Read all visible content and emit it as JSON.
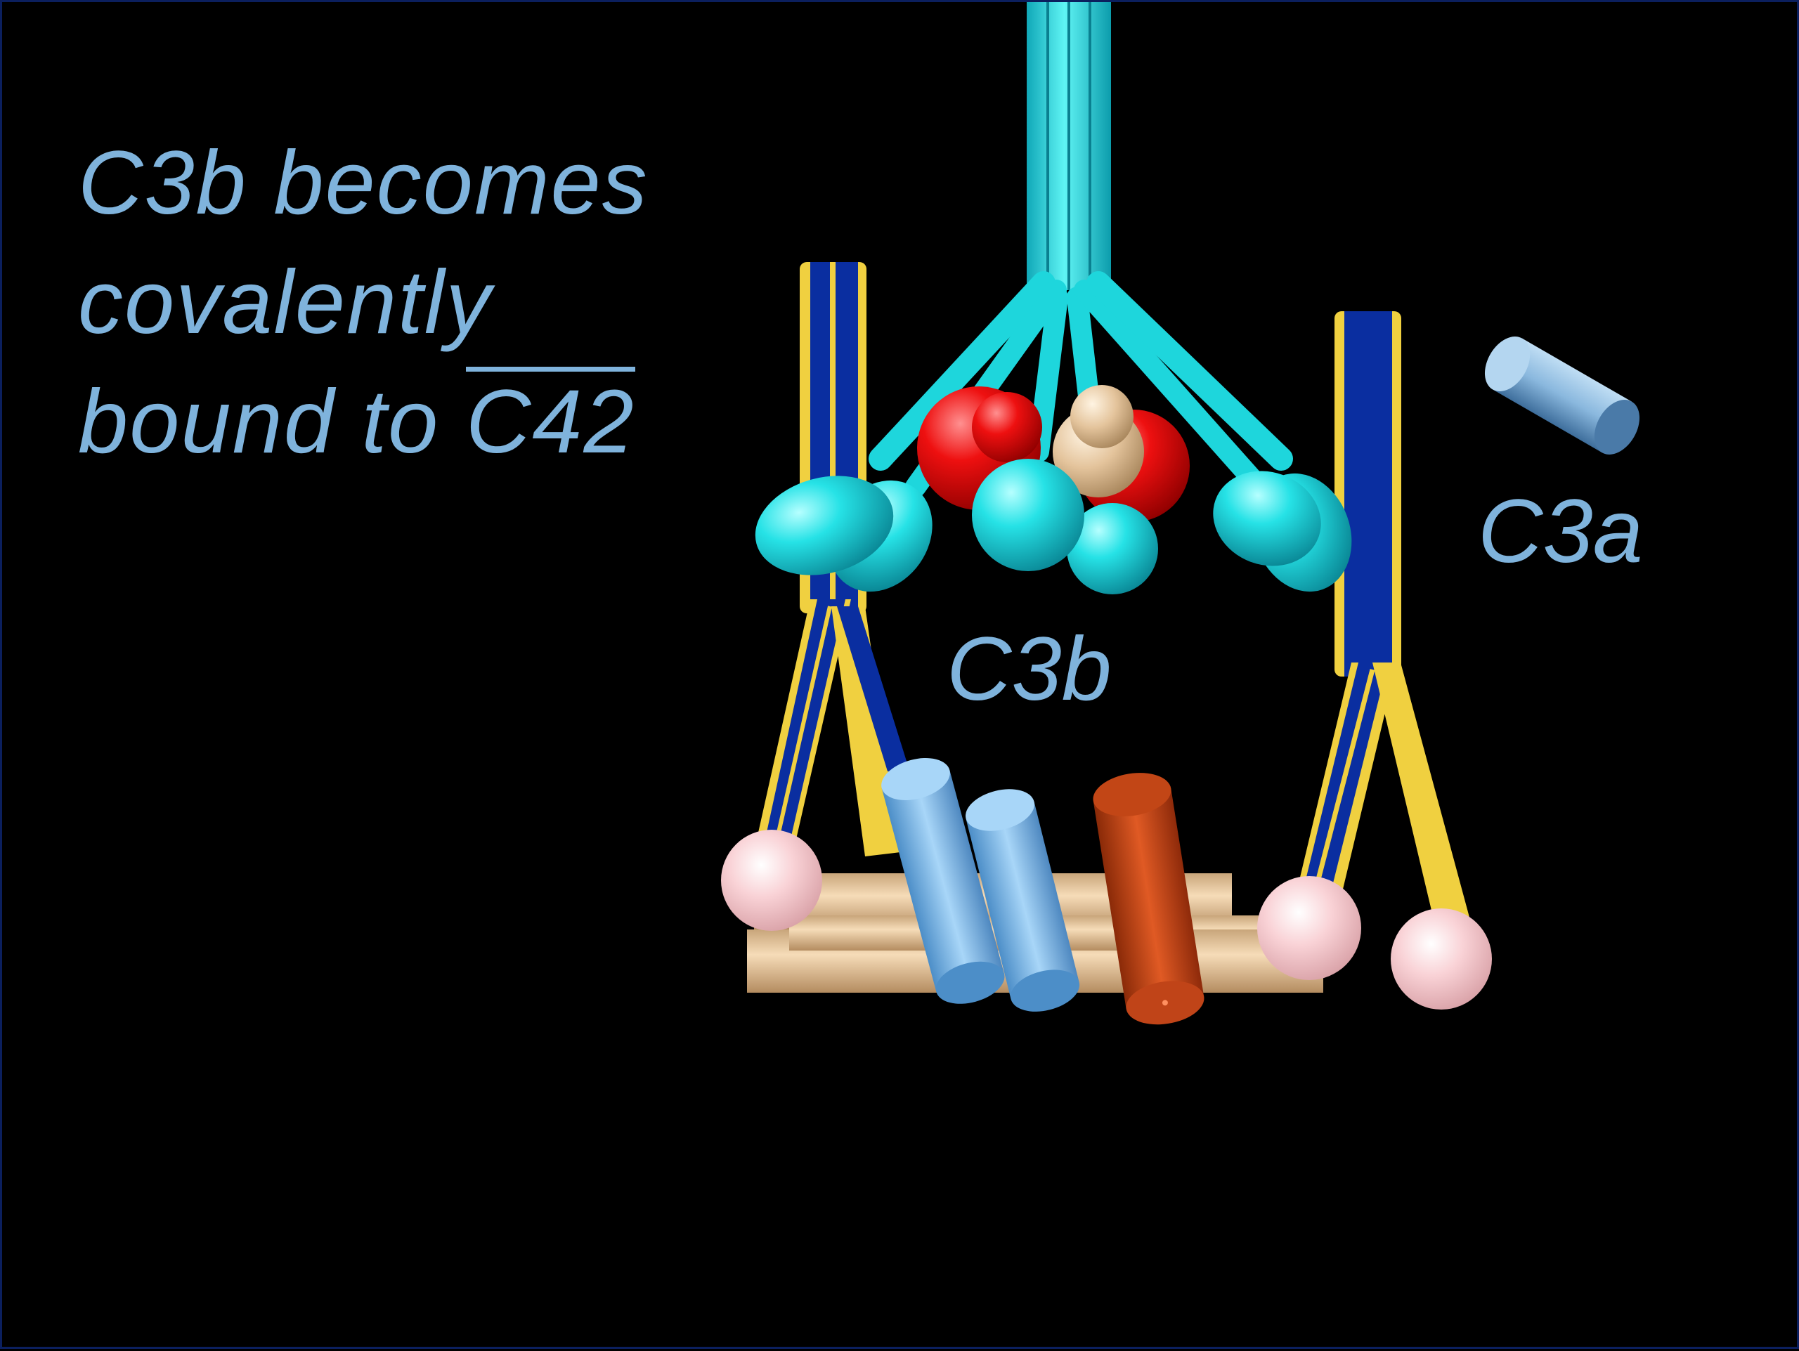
{
  "caption": {
    "line1": "C3b  becomes",
    "line2": "covalently",
    "line3_prefix": "bound to ",
    "line3_overbar": "C42"
  },
  "labels": {
    "c3a": "C3a",
    "c3b": "C3b"
  },
  "colors": {
    "background": "#000000",
    "text": "#7fb3dc",
    "antibody": "#20e0e0",
    "receptor_blue": "#0a2ea0",
    "receptor_yellow": "#f0d040",
    "c3a_c3b_fragment": "#9cc8ec",
    "c4_fragment": "#c8461a",
    "membrane_tan": "#e8caa0",
    "sphere_pink": "#f8c8cc",
    "c1_red": "#e81010"
  }
}
